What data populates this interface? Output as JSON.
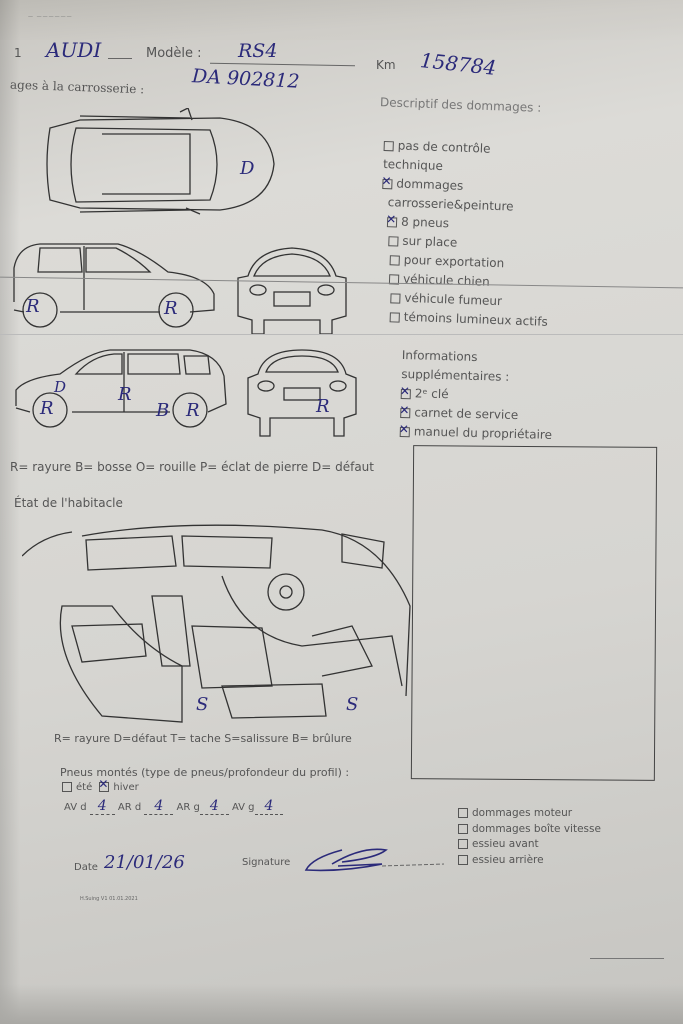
{
  "header": {
    "tiny_header": "— ——————",
    "brand_label": "1",
    "brand_value": "AUDI",
    "model_label": "Modèle :",
    "model_value": "RS4",
    "km_label": "Km",
    "km_value": "158784",
    "registration_value": "DA 902812"
  },
  "bodywork": {
    "title": "ages à la carrosserie :",
    "legend": "R= rayure B= bosse O= rouille P= éclat de pierre D= défaut",
    "marks": {
      "top": "D",
      "left_rear": "R",
      "left_front": "R",
      "right_front": "D",
      "right_rear_wheel": "R",
      "right_door": "R",
      "right_sill": "B",
      "right_front_wheel": "R",
      "rear": "R"
    }
  },
  "damage_description": {
    "title": "Descriptif des dommages :",
    "items": [
      {
        "label": "pas de contrôle",
        "label2": "technique",
        "checked": false
      },
      {
        "label": "dommages",
        "label2": "carrosserie&peinture",
        "checked": true
      },
      {
        "label": "8 pneus",
        "checked": true
      },
      {
        "label": "sur place",
        "checked": false
      },
      {
        "label": "pour exportation",
        "checked": false
      },
      {
        "label": "véhicule chien",
        "checked": false
      },
      {
        "label": "véhicule fumeur",
        "checked": false
      },
      {
        "label": "témoins lumineux actifs",
        "checked": false
      }
    ]
  },
  "additional_info": {
    "title": "Informations",
    "title2": "supplémentaires :",
    "items": [
      {
        "label": "2ᵉ clé",
        "checked": true
      },
      {
        "label": "carnet de service",
        "checked": true
      },
      {
        "label": "manuel du propriétaire",
        "checked": true
      }
    ]
  },
  "interior": {
    "title": "État de l'habitacle",
    "legend": "R= rayure D=défaut T= tache S=salissure B= brûlure",
    "marks": {
      "front_seat": "S",
      "rear_seat": "S"
    }
  },
  "tyres": {
    "title": "Pneus montés (type de pneus/profondeur du profil) :",
    "summer_label": "été",
    "summer_checked": false,
    "winter_label": "hiver",
    "winter_checked": true,
    "av_d_label": "AV d",
    "av_d_value": "4",
    "ar_d_label": "AR d",
    "ar_d_value": "4",
    "ar_g_label": "AR g",
    "ar_g_value": "4",
    "av_g_label": "AV g",
    "av_g_value": "4"
  },
  "mechanical": {
    "items": [
      {
        "label": "dommages moteur",
        "checked": false
      },
      {
        "label": "dommages boîte vitesse",
        "checked": false
      },
      {
        "label": "essieu avant",
        "checked": false
      },
      {
        "label": "essieu arrière",
        "checked": false
      }
    ]
  },
  "footer": {
    "date_label": "Date",
    "date_value": "21/01/26",
    "signature_label": "Signature",
    "version": "H.Suing V1 01.01.2021"
  }
}
